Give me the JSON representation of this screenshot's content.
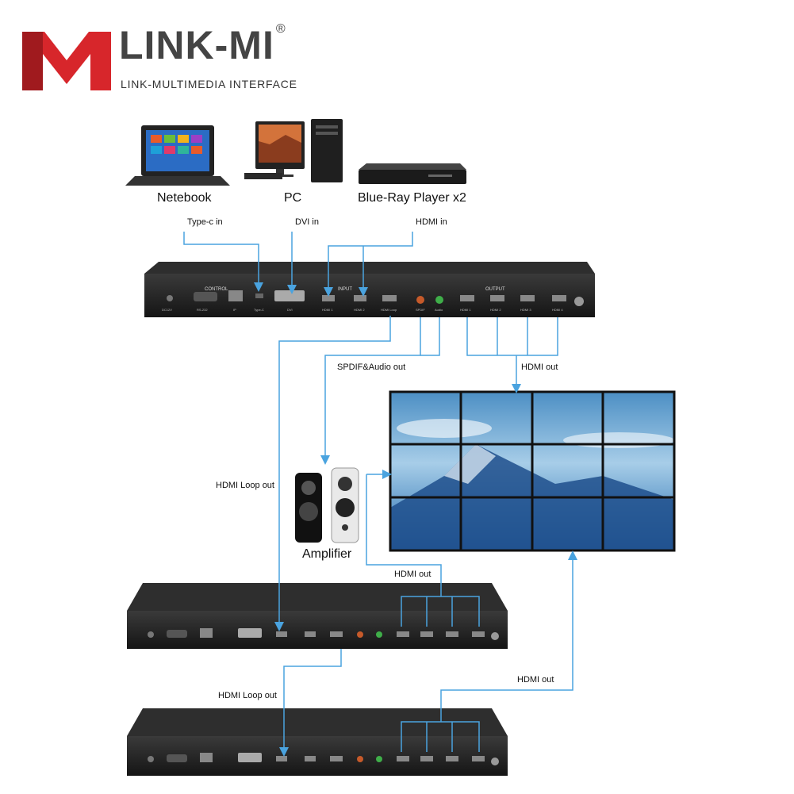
{
  "brand": {
    "name": "LINK-MI",
    "registered": "®",
    "tagline": "LINK-MULTIMEDIA INTERFACE"
  },
  "sources": [
    {
      "label": "Netebook",
      "signal": "Type-c in"
    },
    {
      "label": "PC",
      "signal": "DVI in"
    },
    {
      "label": "Blue-Ray Player x2",
      "signal": "HDMI in"
    }
  ],
  "unit_panel": {
    "control": "CONTROL",
    "input": "INPUT",
    "output": "OUTPUT",
    "ports": [
      "DC12V",
      "RS-232",
      "IP",
      "Type-C",
      "DVI",
      "HDMI 1",
      "HDMI 2",
      "HDMI Loop",
      "SPDIF",
      "Audio",
      "HDMI 1",
      "HDMI 2",
      "HDMI 3",
      "HDMI 4"
    ]
  },
  "signals": {
    "spdif_audio": "SPDIF&Audio out",
    "hdmi_out_top": "HDMI out",
    "loop1": "HDMI Loop out",
    "hdmi_out_mid": "HDMI out",
    "loop2": "HDMI Loop out",
    "hdmi_out_bottom": "HDMI out"
  },
  "amplifier": {
    "label": "Amplifier"
  },
  "colors": {
    "logo_red": "#d7262b",
    "line_blue": "#4aa3df",
    "chassis": "#1c1c1c"
  }
}
